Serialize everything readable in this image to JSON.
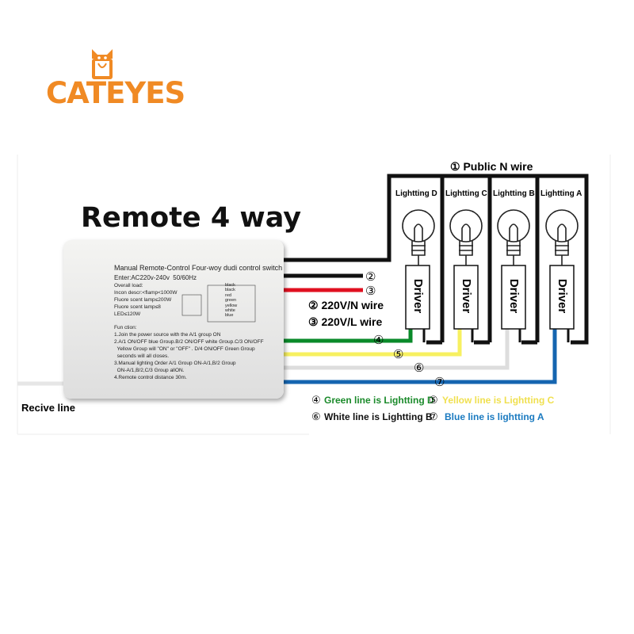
{
  "brand": {
    "name": "CATEYES",
    "color": "#f08a24"
  },
  "title": "Remote 4 way",
  "device": {
    "heading": "Manual Remote-Control Four-woy dudi control switch",
    "enter": "Enter:AC220v-240v  50/60Hz",
    "specs": [
      "Overall load:",
      "Incon descr:<flamp<1000W",
      "Fluore scent lamp≤200W",
      "Fluore scent lamp≤8",
      "LED≤120W"
    ],
    "function_title": "Fun ction:",
    "functions": [
      "1.Join the power source with the A/1 group ON",
      "2.A/1 ON/OFF blue Group.B/2 ON/OFF white Group.C/3 ON/OFF",
      "  Yellow Group will \"ON\" or \"OFF\" . D/4 ON/OFF Green Group",
      "  seconds will all closes.",
      "3.Manual lighting Order A/1 Group ON-A/1,B/2 Group",
      "  ON-A/1,B/2,C/3 Group allON.",
      "4.Remote control distance 30m."
    ],
    "wire_table": [
      "black",
      "black",
      "red",
      "green",
      "yellow",
      "white",
      "blue"
    ]
  },
  "public_n_wire": "① Public N wire",
  "lightings": [
    "Lightting D",
    "Lightting C",
    "Lightting B",
    "Lightting A"
  ],
  "driver_label": "Driver",
  "circle_labels": [
    "②",
    "③",
    "④",
    "⑤",
    "⑥",
    "⑦"
  ],
  "wire_n": "② 220V/N wire",
  "wire_l": "③ 220V/L wire",
  "receive_line": "Recive line",
  "legend": {
    "green": {
      "num": "④",
      "text": "Green line is Lightting D",
      "color": "#1a8a2a"
    },
    "yellow": {
      "num": "⑤",
      "text": "Yellow line is Lightting C",
      "color": "#f0e050"
    },
    "white": {
      "num": "⑥",
      "text": "White line is Lightting B",
      "color": "#111111"
    },
    "blue": {
      "num": "⑦",
      "text": "Blue line is lightting A",
      "color": "#1a7ac0"
    }
  },
  "colors": {
    "black": "#111111",
    "red": "#e01020",
    "green": "#0a8a2a",
    "yellow": "#f7f060",
    "white": "#dddddd",
    "blue": "#1565b0"
  }
}
